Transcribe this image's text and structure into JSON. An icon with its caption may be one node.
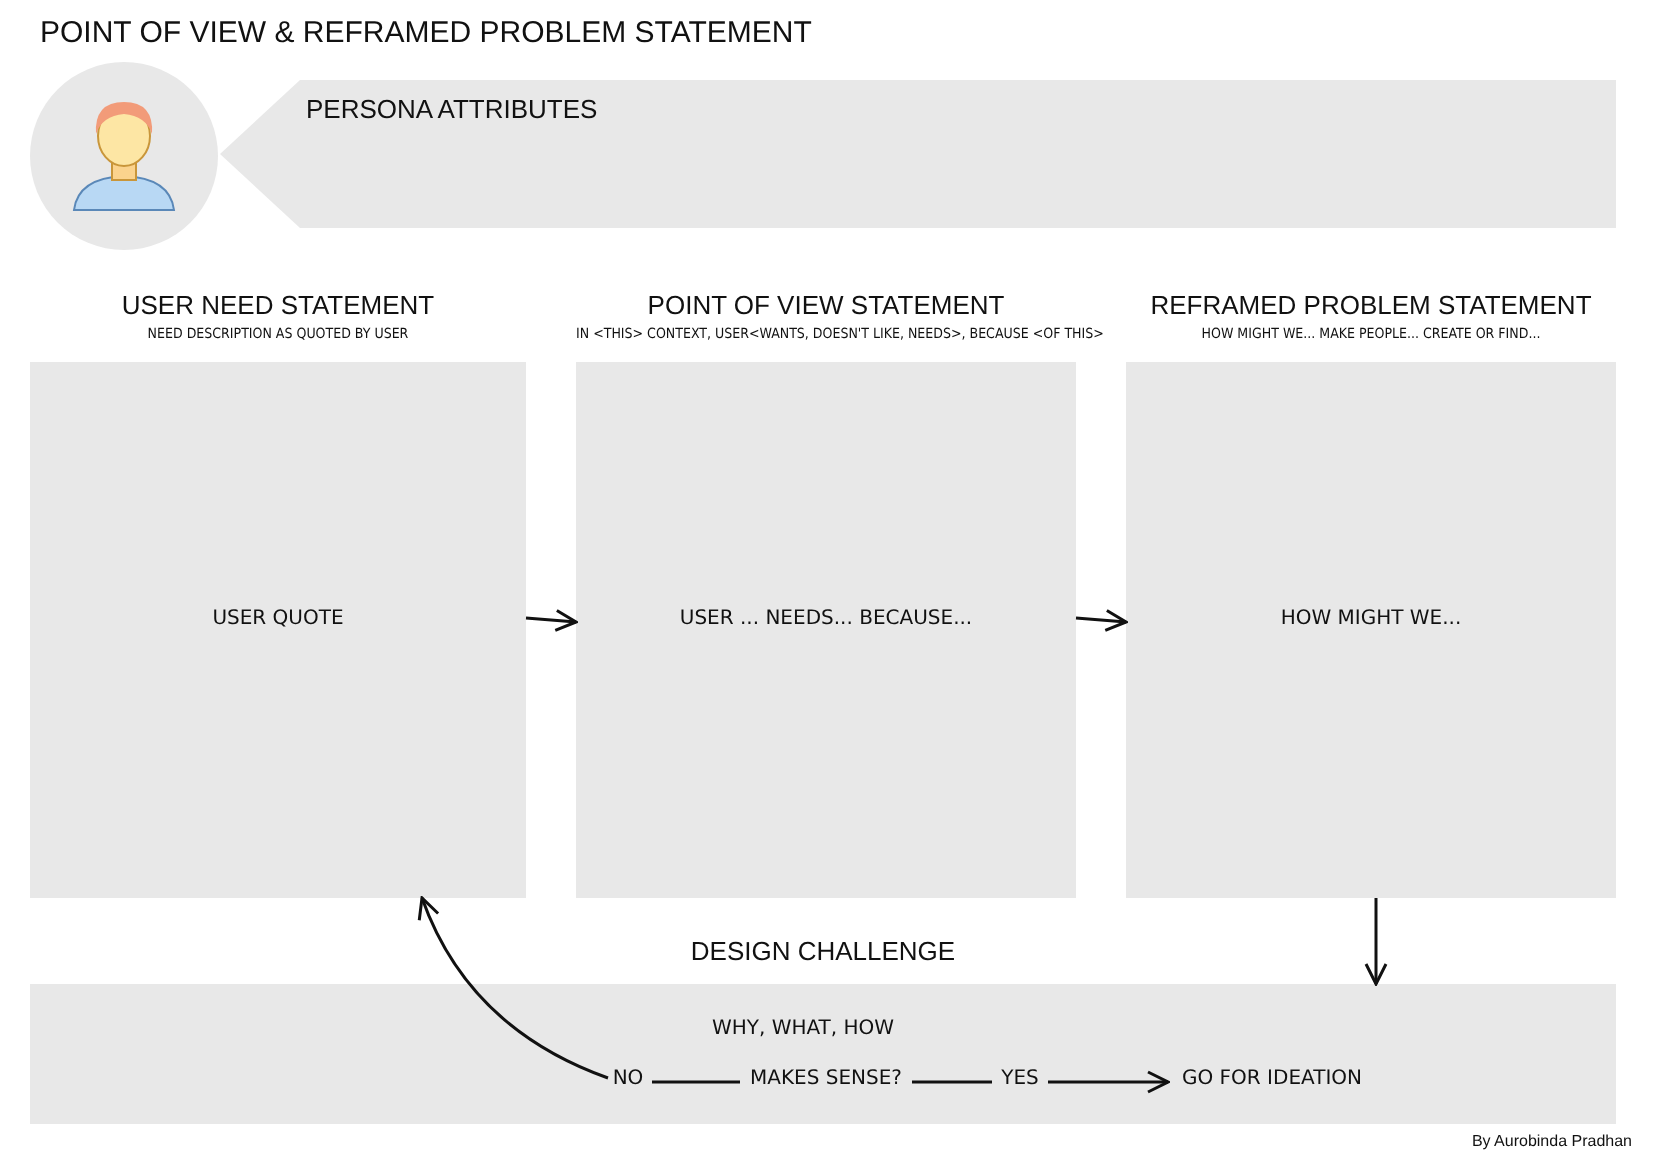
{
  "diagram": {
    "title": "POINT OF VIEW & REFRAMED PROBLEM STATEMENT",
    "nodes": [
      {
        "text": [
          "PERSONA ATTRIBUTES"
        ]
      },
      {
        "text": [
          "USER NEED STATEMENT",
          "NEED DESCRIPTION AS QUOTED BY USER",
          "USER QUOTE"
        ]
      },
      {
        "text": [
          "POINT OF VIEW STATEMENT",
          "IN <THIS> CONTEXT, USER<WANTS, DOESN'T LIKE, NEEDS>, BECAUSE <OF THIS>",
          "USER ... NEEDS... BECAUSE..."
        ]
      },
      {
        "text": [
          "REFRAMED PROBLEM STATEMENT",
          "HOW MIGHT WE... MAKE PEOPLE... CREATE OR FIND...",
          "HOW MIGHT WE..."
        ]
      },
      {
        "text": [
          "DESIGN CHALLENGE",
          "WHY, WHAT, HOW"
        ]
      },
      {
        "text": [
          "NO"
        ],
        "in": 4
      },
      {
        "text": [
          "MAKES SENSE?"
        ],
        "in": 4
      },
      {
        "text": [
          "YES"
        ],
        "in": 4
      },
      {
        "text": [
          "GO FOR IDEATION"
        ],
        "in": 4
      }
    ],
    "edges": [
      {
        "from": 1,
        "to": 2,
        "arrow": "to"
      },
      {
        "from": 2,
        "to": 3,
        "arrow": "to"
      },
      {
        "from": 3,
        "to": 4,
        "arrow": "to"
      },
      {
        "from": 6,
        "to": 5,
        "arrow": "none"
      },
      {
        "from": 5,
        "to": 1,
        "arrow": "to"
      },
      {
        "from": 6,
        "to": 7,
        "arrow": "none"
      },
      {
        "from": 7,
        "to": 8,
        "arrow": "to"
      }
    ],
    "labels": [
      "By Aurobinda Pradhan"
    ]
  }
}
